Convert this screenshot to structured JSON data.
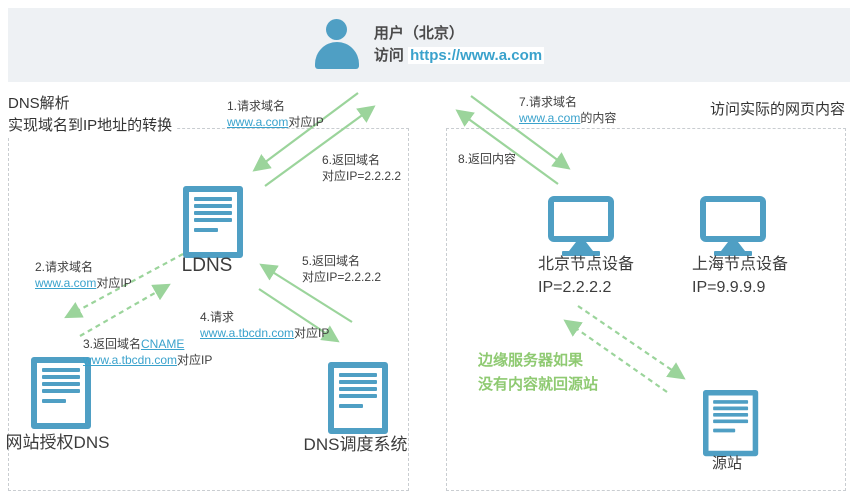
{
  "header": {
    "user_title": "用户（北京）",
    "visit_prefix": "访问",
    "visit_url": "https://www.a.com"
  },
  "left_section": {
    "title_line1": "DNS解析",
    "title_line2": "实现域名到IP地址的转换",
    "nodes": {
      "ldns": "LDNS",
      "auth_dns": "网站授权DNS",
      "dns_scheduler": "DNS调度系统"
    }
  },
  "right_section": {
    "title": "访问实际的网页内容",
    "nodes": {
      "beijing": {
        "name": "北京节点设备",
        "ip": "IP=2.2.2.2"
      },
      "shanghai": {
        "name": "上海节点设备",
        "ip": "IP=9.9.9.9"
      },
      "origin": {
        "name": "源站"
      }
    },
    "note_line1": "边缘服务器如果",
    "note_line2": "没有内容就回源站"
  },
  "labels": {
    "l1": {
      "line1": "1.请求域名",
      "link": "www.a.com",
      "suffix": "对应IP"
    },
    "l2": {
      "line1": "2.请求域名",
      "link": "www.a.com",
      "suffix": "对应IP"
    },
    "l3": {
      "prefix": "3.返回域名",
      "link1": "CNAME",
      "link2": "www.a.tbcdn.com",
      "suffix": "对应IP"
    },
    "l4": {
      "line1": "4.请求",
      "link": "www.a.tbcdn.com",
      "suffix": "对应IP"
    },
    "l5": {
      "line1": "5.返回域名",
      "line2": "对应IP=2.2.2.2"
    },
    "l6": {
      "line1": "6.返回域名",
      "line2": "对应IP=2.2.2.2"
    },
    "l7": {
      "line1": "7.请求域名",
      "link": "www.a.com",
      "suffix": "的内容"
    },
    "l8": {
      "line1": "8.返回内容"
    }
  },
  "colors": {
    "icon_blue": "#4f9fc4",
    "arrow_green": "#9bd49b",
    "link_blue": "#3aa2cc",
    "note_green": "#8fca72",
    "header_bg": "#eef1f4",
    "text_dark": "#3f3f3f"
  }
}
